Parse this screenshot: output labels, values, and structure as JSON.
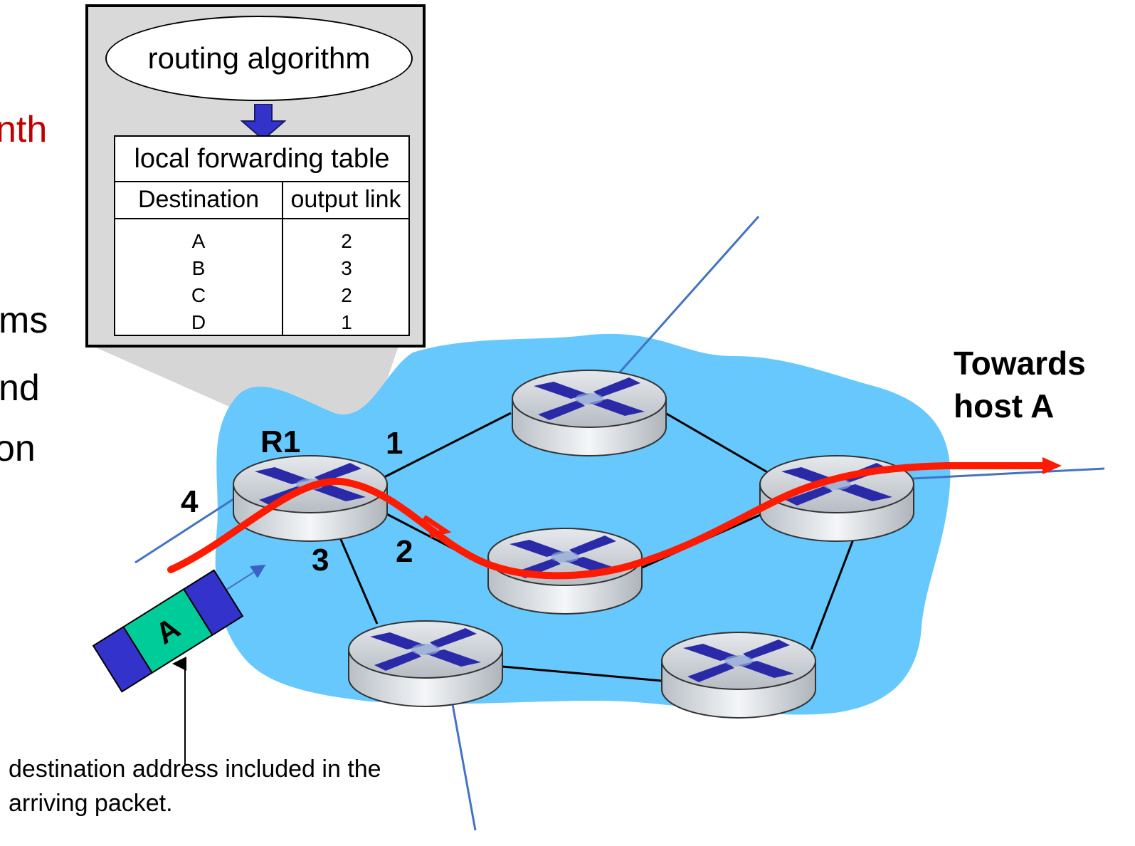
{
  "left_clipped_text": [
    "nth",
    "ms",
    "nd",
    "on"
  ],
  "popup": {
    "algorithm_label": "routing algorithm",
    "table_title": "local forwarding table",
    "columns": [
      "Destination",
      "output link"
    ],
    "rows": [
      {
        "destination": "A",
        "link": "2"
      },
      {
        "destination": "B",
        "link": "3"
      },
      {
        "destination": "C",
        "link": "2"
      },
      {
        "destination": "D",
        "link": "1"
      }
    ]
  },
  "router_label": "R1",
  "port_labels": {
    "p1": "1",
    "p2": "2",
    "p3": "3",
    "p4": "4"
  },
  "packet_label": "A",
  "towards_text": {
    "line1": "Towards",
    "line2": "host A"
  },
  "note": {
    "line1": "destination address included in the",
    "line2": "arriving packet."
  },
  "colors": {
    "cloud": "#66c8fc",
    "path": "#ff1a00",
    "router_x": "#2a2aa8",
    "packet_body": "#00cc99",
    "packet_end": "#3333cc",
    "highlight_text": "#c00000",
    "popup_bg": "#d9d9d9",
    "arrow_fill": "#3333cc"
  },
  "icons": [
    "router-icon",
    "packet-icon",
    "down-arrow-icon"
  ]
}
